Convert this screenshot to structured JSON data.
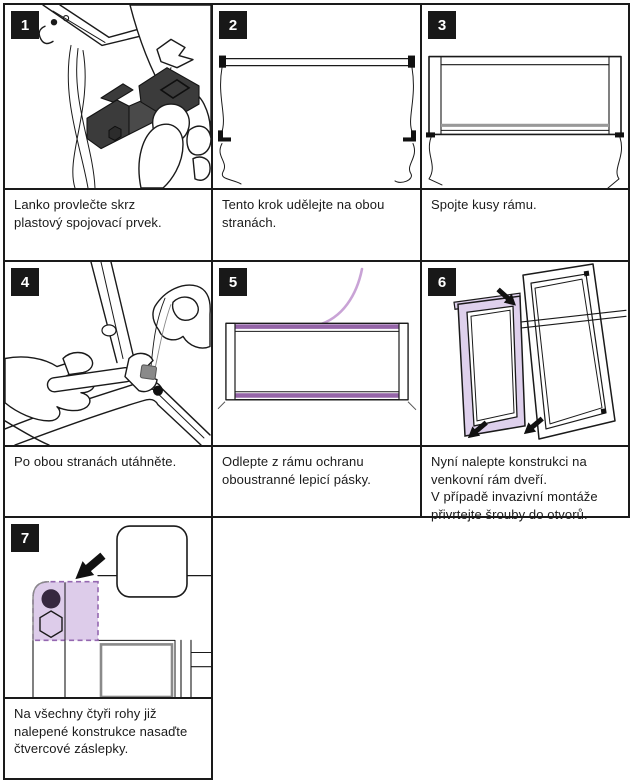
{
  "document": {
    "type": "assembly-instruction-sheet",
    "language": "cs",
    "step_count": 7
  },
  "colors": {
    "border": "#1a1a1a",
    "badge_bg": "#181818",
    "badge_text": "#ffffff",
    "tape_purple": "#9565a8",
    "peel_liner_light_purple": "#c9a3d6",
    "corner_cap_fill": "#d9c6e8",
    "connector_dark": "#3b3b3b",
    "nut_grey": "#8a8a8a"
  },
  "panels": [
    {
      "number": "1",
      "caption": "Lanko provlečte skrz\nplastový spojovací prvek."
    },
    {
      "number": "2",
      "caption": "Tento krok udělejte na obou\nstranách."
    },
    {
      "number": "3",
      "caption": "Spojte kusy rámu."
    },
    {
      "number": "4",
      "caption": "Po obou stranách utáhněte."
    },
    {
      "number": "5",
      "caption": "Odlepte z rámu ochranu\noboustranné lepicí pásky."
    },
    {
      "number": "6",
      "caption": "Nyní nalepte konstrukci na\nvenkovní rám dveří.\nV případě invazivní montáže\npřivrtejte šrouby do otvorů."
    },
    {
      "number": "7",
      "caption": "Na všechny čtyři rohy již\nnalepené konstrukce nasaďte\nčtvercové záslepky."
    }
  ]
}
